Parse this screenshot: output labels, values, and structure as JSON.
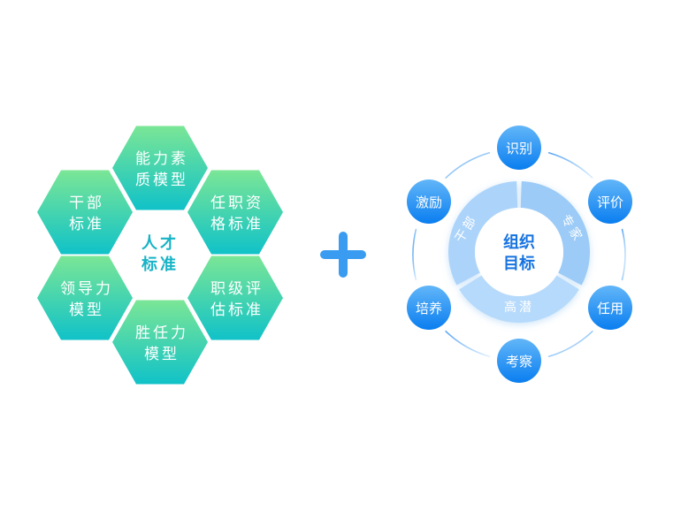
{
  "left_diagram": {
    "center_label": [
      "人才",
      "标准"
    ],
    "hexagons": [
      {
        "id": "top",
        "lines": [
          "能力素",
          "质模型"
        ]
      },
      {
        "id": "upper-left",
        "lines": [
          "干部",
          "标准"
        ]
      },
      {
        "id": "upper-right",
        "lines": [
          "任职资",
          "格标准"
        ]
      },
      {
        "id": "lower-left",
        "lines": [
          "领导力",
          "模型"
        ]
      },
      {
        "id": "lower-right",
        "lines": [
          "职级评",
          "估标准"
        ]
      },
      {
        "id": "bottom",
        "lines": [
          "胜任力",
          "模型"
        ]
      }
    ],
    "colors": {
      "gradient_top": "#7be696",
      "gradient_bottom": "#10c2c8",
      "center_text": "#17b3c6"
    }
  },
  "operator": {
    "symbol": "plus",
    "color": "#3a9cf0"
  },
  "right_diagram": {
    "center_label": [
      "组织",
      "目标"
    ],
    "ring_segments": [
      {
        "id": "left",
        "label": "干部"
      },
      {
        "id": "right",
        "label": "专家"
      },
      {
        "id": "bottom",
        "label": "高潜"
      }
    ],
    "satellites": [
      {
        "id": "top",
        "label": "识别"
      },
      {
        "id": "upper-right",
        "label": "评价"
      },
      {
        "id": "lower-right",
        "label": "任用"
      },
      {
        "id": "bottom",
        "label": "考察"
      },
      {
        "id": "lower-left",
        "label": "培养"
      },
      {
        "id": "upper-left",
        "label": "激励"
      }
    ],
    "colors": {
      "satellite_top": "#5db2f7",
      "satellite_bottom": "#0a7ef0",
      "ring_light": "#b9dcfb",
      "ring_dark": "#86c2f5",
      "center_text": "#1673e0"
    }
  }
}
